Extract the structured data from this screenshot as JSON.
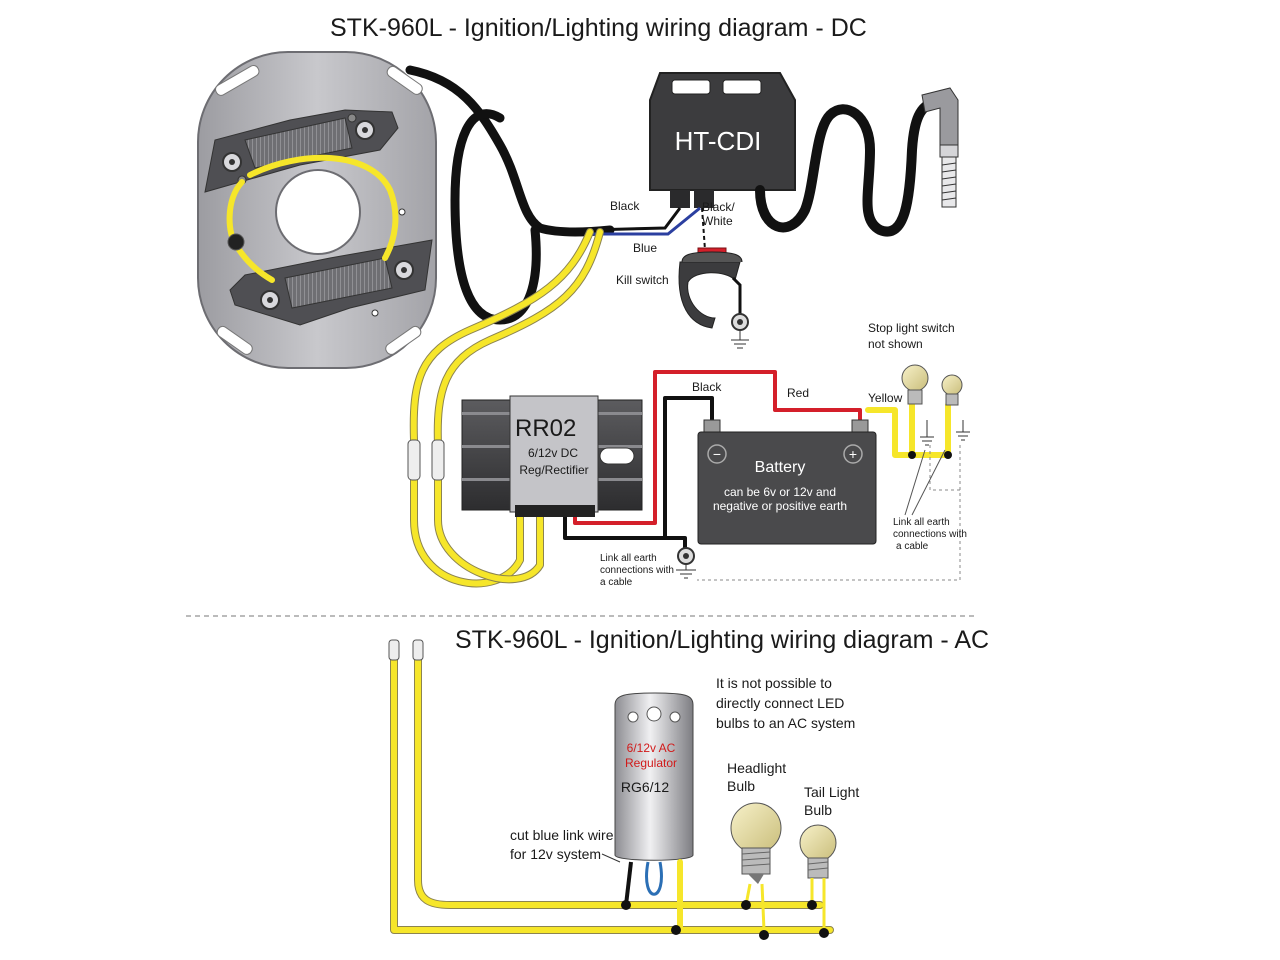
{
  "dc": {
    "title": "STK-960L - Ignition/Lighting wiring diagram - DC",
    "cdi_label": "HT-CDI",
    "wire_black": "Black",
    "wire_blue": "Blue",
    "wire_black_white_1": "Black/",
    "wire_black_white_2": "White",
    "kill_switch": "Kill switch",
    "rr_model": "RR02",
    "rr_line1": "6/12v DC",
    "rr_line2": "Reg/Rectifier",
    "battery_title": "Battery",
    "battery_line1": "can be 6v or 12v and",
    "battery_line2": "negative or positive earth",
    "battery_black": "Black",
    "battery_red": "Red",
    "yellow": "Yellow",
    "stop_switch_1": "Stop light switch",
    "stop_switch_2": "not shown",
    "link_left_1": "Link all earth",
    "link_left_2": "connections with",
    "link_left_3": "a cable",
    "link_right_1": "Link all earth",
    "link_right_2": "connections with",
    "link_right_3": "a cable",
    "minus": "−",
    "plus": "+"
  },
  "ac": {
    "title": "STK-960L - Ignition/Lighting wiring diagram - AC",
    "note_1": "It is not possible to",
    "note_2": "directly connect LED",
    "note_3": "bulbs to an AC system",
    "reg_line1": "6/12v AC",
    "reg_line2": "Regulator",
    "reg_model": "RG6/12",
    "headlight_1": "Headlight",
    "headlight_2": "Bulb",
    "tail_1": "Tail Light",
    "tail_2": "Bulb",
    "cut_1": "cut blue link wire",
    "cut_2": "for 12v system"
  },
  "colors": {
    "yellow_wire": "#f6e62a",
    "red_wire": "#d41f2a",
    "blue_wire": "#2b3fa0",
    "stator_plate": "#b9b9bd",
    "cdi_body": "#3a3a3a",
    "battery_body": "#4a4a4a"
  }
}
